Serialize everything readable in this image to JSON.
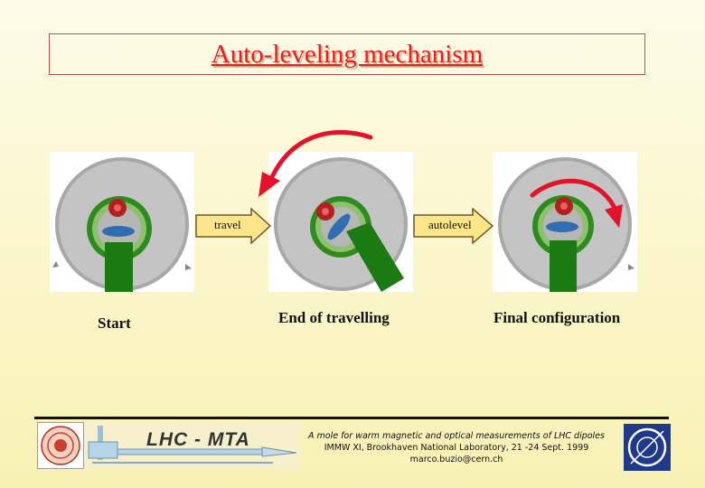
{
  "title": "Auto-leveling mechanism",
  "panels": [
    {
      "caption": "Start"
    },
    {
      "caption": "End of travelling"
    },
    {
      "caption": "Final configuration"
    }
  ],
  "arrows": [
    {
      "label": "travel"
    },
    {
      "label": "autolevel"
    }
  ],
  "colors": {
    "title": "#ee1c1c",
    "disk": "#b9b9b9",
    "rim": "#9a9a9a",
    "gear_outer": "#2e8b1e",
    "gear_inner": "#1f6b12",
    "arm": "#1c7a12",
    "cog": "#b32020",
    "pendulum": "#2f6eb0",
    "arrow_fill": "#fde58a",
    "arrow_stroke": "#6b5a2a",
    "rotation_arrow": "#e3122a"
  },
  "footer": {
    "brand": "LHC - MTA",
    "line1": "A mole for warm magnetic and optical measurements of LHC dipoles",
    "line2": "IMMW XI, Brookhaven National Laboratory, 21 -24 Sept. 1999",
    "line3": "marco.buzio@cern.ch",
    "right_logo": "CERN"
  }
}
